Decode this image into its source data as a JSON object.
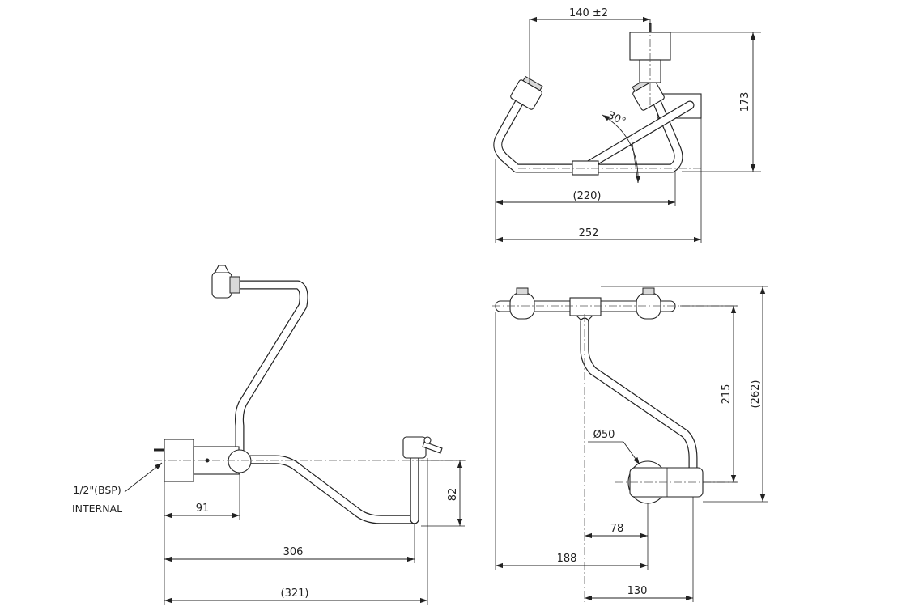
{
  "dimensions": {
    "top_view": {
      "offset": "140 ±2",
      "height": "173",
      "angle": "30°",
      "inner_width": "(220)",
      "overall_width": "252"
    },
    "side_view": {
      "thread_note_line1": "1/2\"(BSP)",
      "thread_note_line2": "INTERNAL",
      "inlet_offset": "91",
      "drop": "82",
      "length": "306",
      "overall_length": "(321)"
    },
    "front_view": {
      "pipe_diameter": "Ø50",
      "rise": "215",
      "overall_height": "(262)",
      "inlet_offset": "78",
      "projection": "188",
      "width": "130"
    }
  },
  "colors": {
    "line": "#222222",
    "centerline": "#555555",
    "shading": "#d9d9d9"
  }
}
